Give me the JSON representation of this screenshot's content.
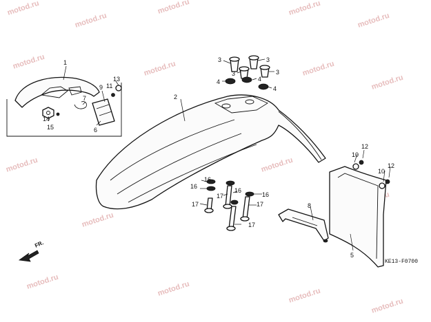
{
  "diagram": {
    "code": "KE13-F0700",
    "direction_label": "FR.",
    "watermark": "motod.ru",
    "part_numbers": {
      "p1": "1",
      "p2": "2",
      "p3a": "3",
      "p3b": "3",
      "p3c": "3",
      "p3d": "3",
      "p4a": "4",
      "p4b": "4",
      "p4c": "4",
      "p5": "5",
      "p6": "6",
      "p7": "7",
      "p8": "8",
      "p9": "9",
      "p10a": "10",
      "p10b": "10",
      "p11": "11",
      "p12a": "12",
      "p12b": "12",
      "p13": "13",
      "p14": "14",
      "p15": "15",
      "p16a": "16",
      "p16b": "16",
      "p16c": "16",
      "p17a": "17",
      "p17b": "17",
      "p17c": "17",
      "p17d": "17"
    }
  },
  "colors": {
    "watermark": "#e7bdbd",
    "line": "#111111",
    "background": "#ffffff"
  }
}
